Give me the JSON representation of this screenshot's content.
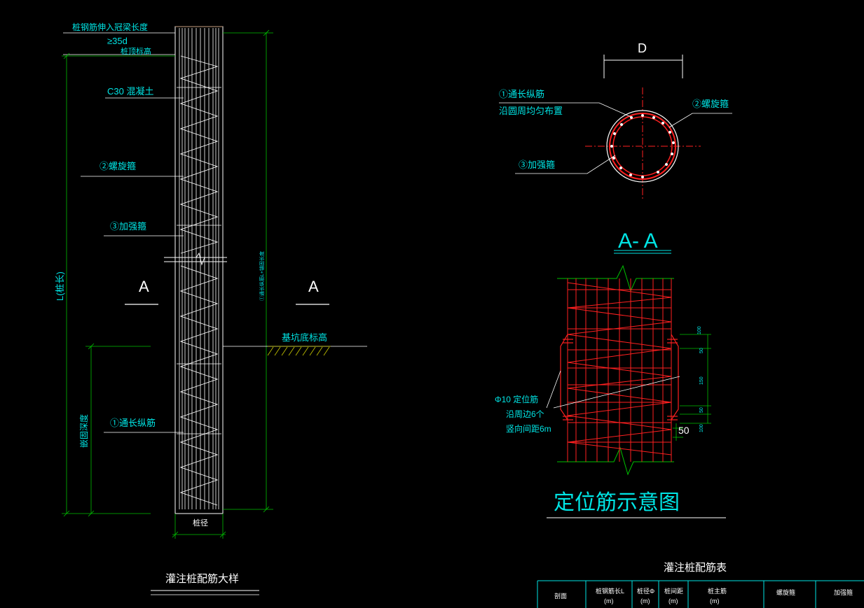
{
  "pile_detail": {
    "label_top": "桩钢筋伸入冠梁长度",
    "label_anchor": "≥35d",
    "label_top_elev": "桩顶标高",
    "label_concrete": "C30 混凝土",
    "label_spiral": "②螺旋箍",
    "label_stiff": "③加强箍",
    "label_long": "①通长纵筋",
    "label_length": "L(桩长)",
    "label_embed": "嵌固深度",
    "label_section_left": "A",
    "label_section_right": "A",
    "label_pit_bottom": "基坑底标高",
    "label_rebar_len": "①通长纵筋L+锚固长度",
    "label_diameter": "桩径",
    "title": "灌注桩配筋大样"
  },
  "cross_section": {
    "label_d": "D",
    "label_long1": "①通长纵筋",
    "label_long2": "沿圆周均匀布置",
    "label_spiral": "②螺旋箍",
    "label_stiff": "③加强箍",
    "title": "A- A"
  },
  "spacer_detail": {
    "label_spacer1": "Φ10 定位筋",
    "label_spacer2": "沿周边6个",
    "label_spacer3": "竖向间距6m",
    "dim_50": "50",
    "dim_small": [
      "100",
      "50",
      "150",
      "50",
      "100"
    ],
    "title": "定位筋示意图"
  },
  "schedule": {
    "title": "灌注桩配筋表",
    "headers": [
      {
        "line1": "剖面",
        "line2": ""
      },
      {
        "line1": "桩钢筋长L",
        "line2": "(m)"
      },
      {
        "line1": "桩径Φ",
        "line2": "(m)"
      },
      {
        "line1": "桩间距",
        "line2": "(m)"
      },
      {
        "line1": "桩主筋",
        "line2": "(m)"
      },
      {
        "line1": "螺旋箍",
        "line2": ""
      },
      {
        "line1": "加强箍",
        "line2": ""
      }
    ]
  },
  "colors": {
    "background": "#000000",
    "text": "#00e5e5",
    "dimension": "#00c000",
    "rebar": "#ff2020",
    "outline": "#ffffff",
    "hatch": "#c8c800"
  }
}
